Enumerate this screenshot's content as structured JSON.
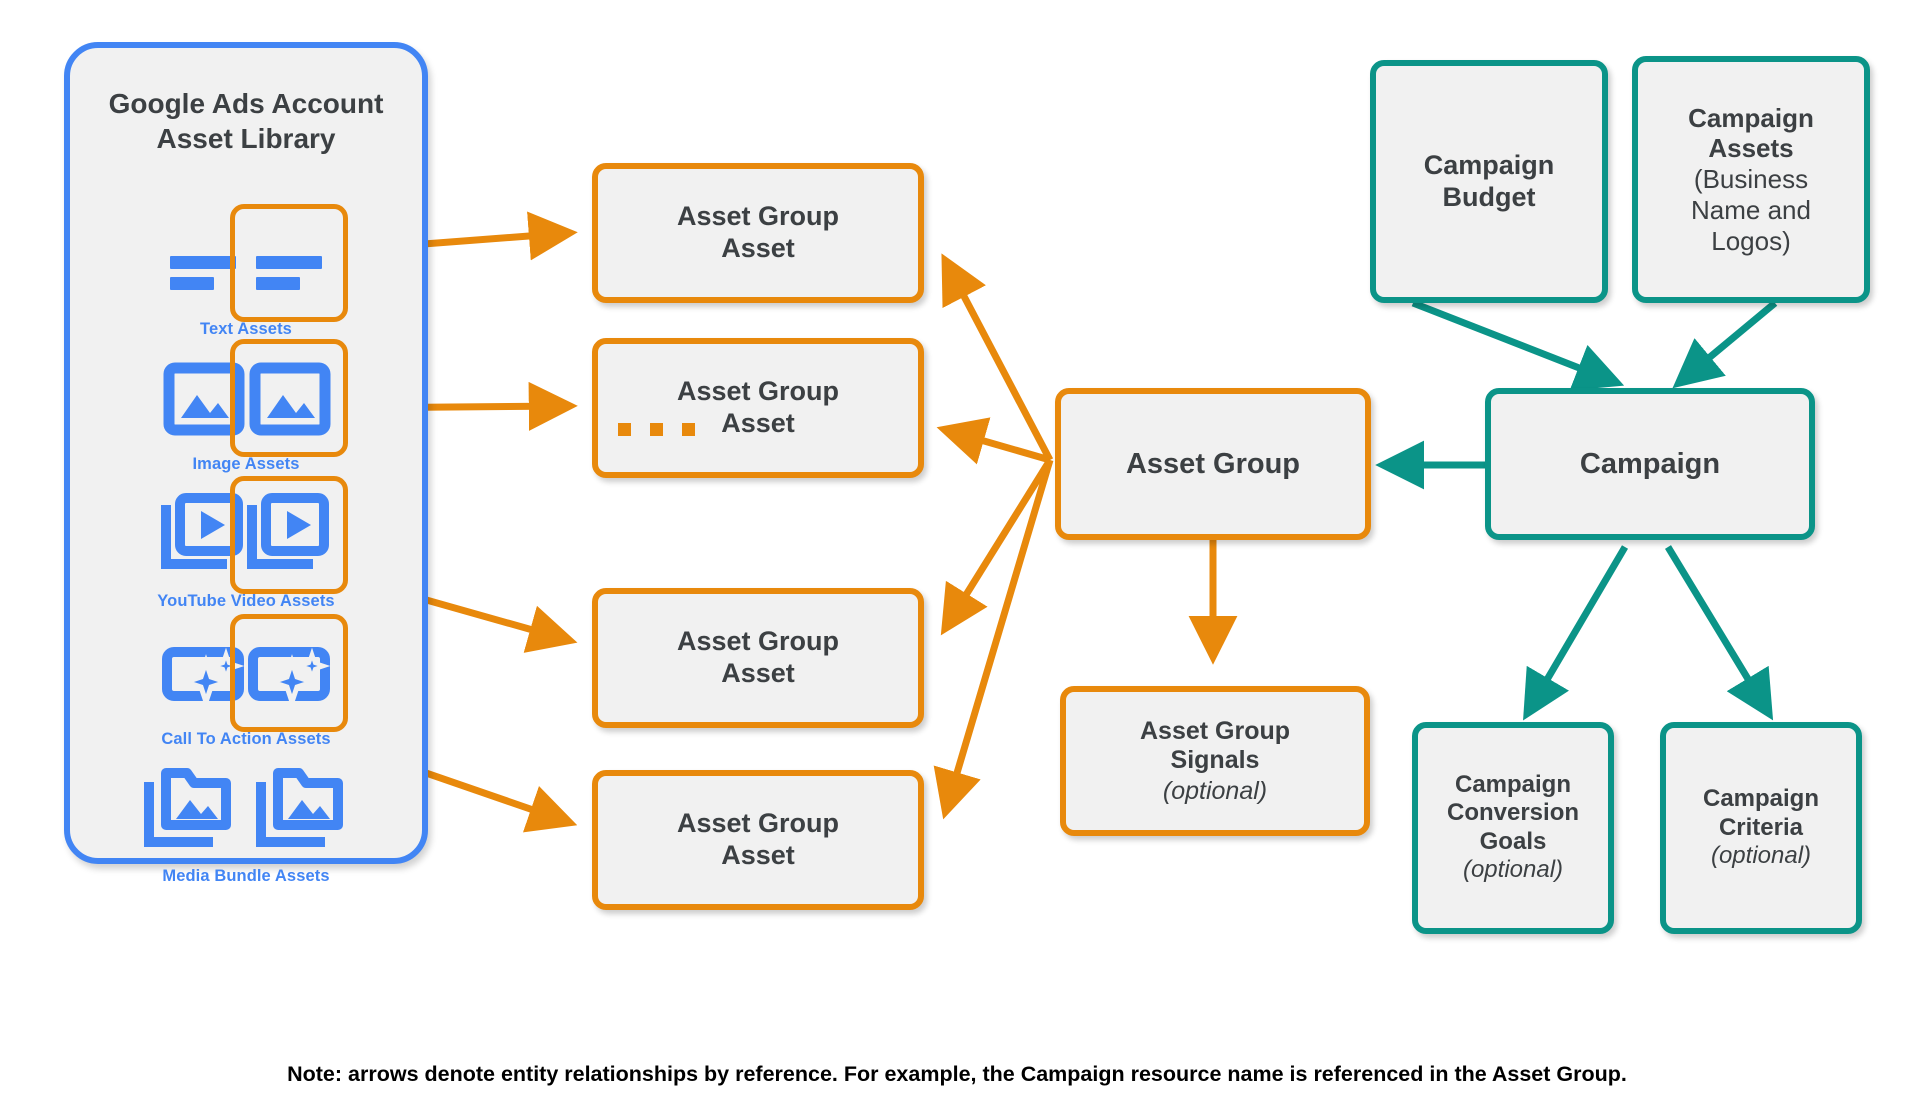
{
  "diagram": {
    "title": "Google Ads Performance Max entity relationship diagram",
    "colors": {
      "blue": "#4285f4",
      "orange": "#e8890c",
      "teal": "#0b9488",
      "node_fill": "#f1f1f1",
      "text": "#3c4043",
      "footnote_text": "#000000"
    }
  },
  "library": {
    "title_line1": "Google Ads Account",
    "title_line2": "Asset Library",
    "assets": [
      {
        "label": "Text Assets",
        "icon": "text-asset-icon",
        "highlighted": true
      },
      {
        "label": "Image Assets",
        "icon": "image-asset-icon",
        "highlighted": true
      },
      {
        "label": "YouTube Video  Assets",
        "icon": "video-asset-icon",
        "highlighted": true
      },
      {
        "label": "Call To Action Assets",
        "icon": "call-to-action-asset-icon",
        "highlighted": true
      },
      {
        "label": "Media Bundle  Assets",
        "icon": "media-bundle-asset-icon",
        "highlighted": false
      }
    ]
  },
  "asset_group_assets": [
    {
      "title": "Asset Group\nAsset"
    },
    {
      "title": "Asset Group\nAsset"
    },
    {
      "title": "Asset Group\nAsset"
    },
    {
      "title": "Asset Group\nAsset"
    }
  ],
  "asset_group_asset_label_line1": "Asset Group",
  "asset_group_asset_label_line2": "Asset",
  "ellipsis": "...",
  "nodes": {
    "asset_group": {
      "label": "Asset Group"
    },
    "asset_group_signals": {
      "title_line1": "Asset Group",
      "title_line2": "Signals",
      "optional": "(optional)"
    },
    "campaign": {
      "label": "Campaign"
    },
    "campaign_budget": {
      "title_line1": "Campaign",
      "title_line2": "Budget"
    },
    "campaign_assets": {
      "title_line1": "Campaign",
      "title_line2": "Assets",
      "sub_line1": "(Business",
      "sub_line2": "Name and",
      "sub_line3": "Logos)"
    },
    "campaign_conversion_goals": {
      "title_line1": "Campaign",
      "title_line2": "Conversion",
      "title_line3": "Goals",
      "optional": "(optional)"
    },
    "campaign_criteria": {
      "title_line1": "Campaign",
      "title_line2": "Criteria",
      "optional": "(optional)"
    }
  },
  "footnote": "Note: arrows denote entity relationships by reference. For example, the Campaign resource name is referenced in the Asset Group."
}
